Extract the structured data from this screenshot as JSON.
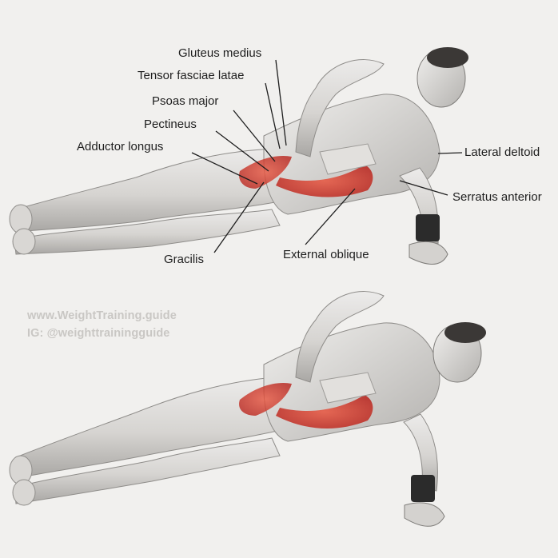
{
  "labels": {
    "gluteus_medius": "Gluteus medius",
    "tensor_fasciae_latae": "Tensor fasciae latae",
    "psoas_major": "Psoas major",
    "pectineus": "Pectineus",
    "adductor_longus": "Adductor longus",
    "lateral_deltoid": "Lateral deltoid",
    "serratus_anterior": "Serratus anterior",
    "gracilis": "Gracilis",
    "external_oblique": "External oblique"
  },
  "watermark": {
    "website": "www.WeightTraining.guide",
    "instagram": "IG: @weighttrainingguide"
  },
  "colors": {
    "background": "#f1f0ee",
    "muscle_base": "#dcdad8",
    "muscle_shade": "#a9a7a4",
    "highlight_muscle": "#d8322a",
    "leader_line": "#1e1e1e"
  }
}
